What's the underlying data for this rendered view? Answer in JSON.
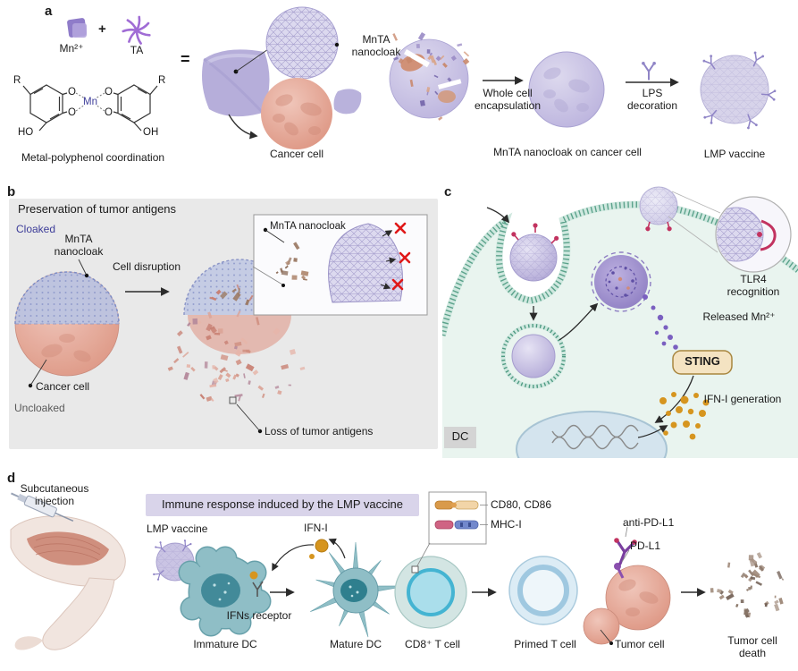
{
  "figure": {
    "a": {
      "label": "a",
      "mn_ion": "Mn²⁺",
      "plus": "+",
      "ta": "TA",
      "equals": "=",
      "chem": {
        "r_left": "R",
        "r_right": "R",
        "o_tl": "O",
        "o_bl": "O",
        "o_tr": "O",
        "o_br": "O",
        "mn": "Mn",
        "ho": "HO",
        "oh": "OH"
      },
      "coordination": "Metal-polyphenol coordination",
      "mnta_nanocloak": "MnTA nanocloak",
      "cancer_cell": "Cancer cell",
      "whole_cell_encapsulation": "Whole cell encapsulation",
      "mnta_on_cancer_cell": "MnTA nanocloak on cancer cell",
      "lps_decoration": "LPS decoration",
      "lmp_vaccine": "LMP vaccine"
    },
    "b": {
      "label": "b",
      "title": "Preservation of tumor antigens",
      "cloaked": "Cloaked",
      "mnta_nanocloak": "MnTA nanocloak",
      "cell_disruption": "Cell disruption",
      "inset_mnta_nanocloak": "MnTA nanocloak",
      "cancer_cell": "Cancer cell",
      "uncloaked": "Uncloaked",
      "loss_of_antigens": "Loss of tumor antigens"
    },
    "c": {
      "label": "c",
      "tlr4_recognition": "TLR4 recognition",
      "released_mn": "Released Mn²⁺",
      "sting": "STING",
      "ifn_generation": "IFN-I generation",
      "dc": "DC"
    },
    "d": {
      "label": "d",
      "subcutaneous_injection": "Subcutaneous injection",
      "title": "Immune response induced by the LMP vaccine",
      "lmp_vaccine": "LMP vaccine",
      "ifn_i": "IFN-I",
      "ifns_receptor": "IFNs receptor",
      "immature_dc": "Immature DC",
      "mature_dc": "Mature DC",
      "cd8_t_cell": "CD8⁺ T cell",
      "cd80_cd86": "CD80, CD86",
      "mhc_i": "MHC-I",
      "anti_pd_l1": "anti-PD-L1",
      "pd_l1": "PD-L1",
      "primed_t_cell": "Primed T cell",
      "tumor_cell": "Tumor cell",
      "tumor_cell_death": "Tumor cell death"
    },
    "colors": {
      "lavender": "#bcb4de",
      "pink": "#dd9582",
      "teal_cell": "#8fbec6",
      "membrane_green": "#4e9a82",
      "orange": "#d6951f",
      "sting_fill": "#f4e3c2",
      "red_x": "#e01818",
      "cloaked_text": "#3d3d99"
    }
  }
}
